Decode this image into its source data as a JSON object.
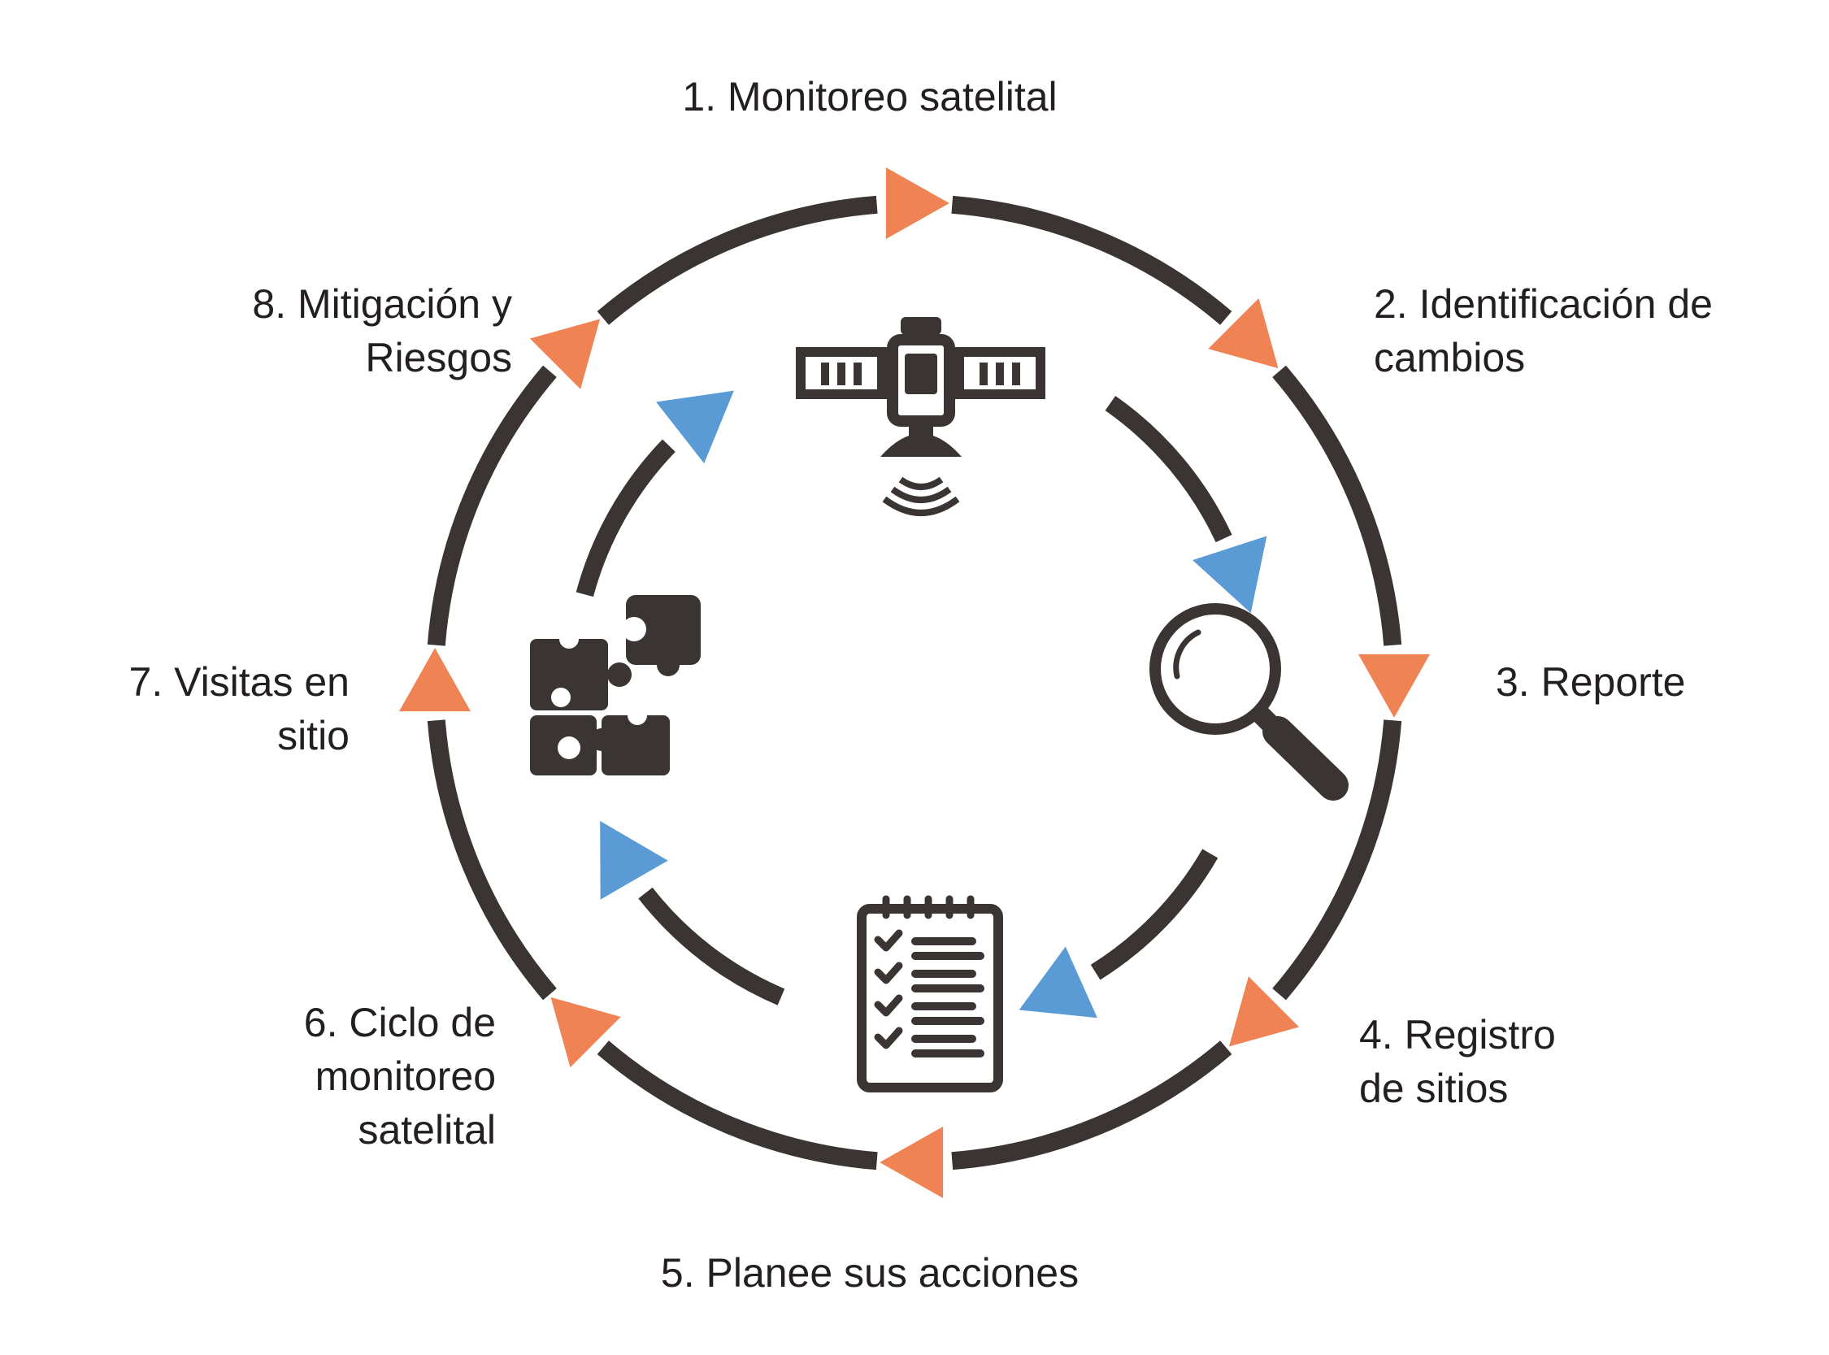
{
  "steps": [
    {
      "lines": [
        "1. Monitoreo satelital"
      ]
    },
    {
      "lines": [
        "2. Identificación de",
        "cambios"
      ]
    },
    {
      "lines": [
        "3. Reporte"
      ]
    },
    {
      "lines": [
        "4. Registro",
        "de sitios"
      ]
    },
    {
      "lines": [
        "5. Planee sus acciones"
      ]
    },
    {
      "lines": [
        "6. Ciclo de",
        "monitoreo",
        "satelital"
      ]
    },
    {
      "lines": [
        "7. Visitas en",
        "sitio"
      ]
    },
    {
      "lines": [
        "8. Mitigación y",
        "Riesgos"
      ]
    }
  ],
  "icons": [
    "satellite-icon",
    "magnifier-icon",
    "checklist-icon",
    "puzzle-icon"
  ],
  "colors": {
    "ring": "#3a3432",
    "outer_arrow": "#ef8354",
    "inner_arrow": "#5a9bd5",
    "text": "#231f20"
  }
}
